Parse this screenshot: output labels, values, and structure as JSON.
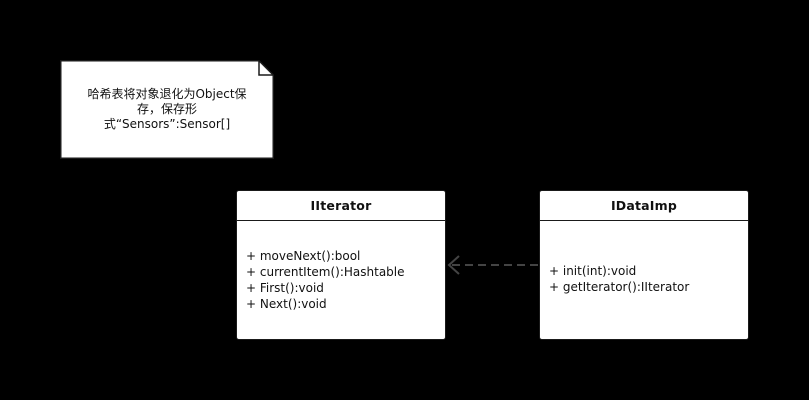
{
  "note": {
    "lines": [
      "哈希表将对象退化为Object保",
      "存，保存形",
      "式“Sensors”:Sensor[]"
    ]
  },
  "classes": {
    "iterator": {
      "name": "IIterator",
      "operations": [
        "+ moveNext():bool",
        "+ currentItem():Hashtable",
        "+ First():void",
        "+ Next():void"
      ]
    },
    "data_imp": {
      "name": "IDataImp",
      "operations": [
        "+ init(int):void",
        "+ getIterator():IIterator"
      ]
    }
  },
  "colors": {
    "background": "#000000",
    "box": "#ffffff",
    "stroke": "#1a1a1a",
    "dependency": "#444444"
  }
}
